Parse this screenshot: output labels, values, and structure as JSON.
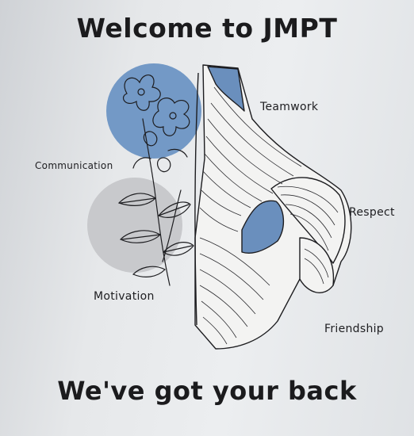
{
  "title": "Welcome to JMPT",
  "tagline": "We've got your back",
  "values": {
    "teamwork": "Teamwork",
    "communication": "Communication",
    "respect": "Respect",
    "motivation": "Motivation",
    "friendship": "Friendship"
  },
  "colors": {
    "wall": "#e6e8ea",
    "ink": "#1b1b1d",
    "blue_accent": "#6f96c4",
    "grey_circle": "#c9cacd"
  }
}
